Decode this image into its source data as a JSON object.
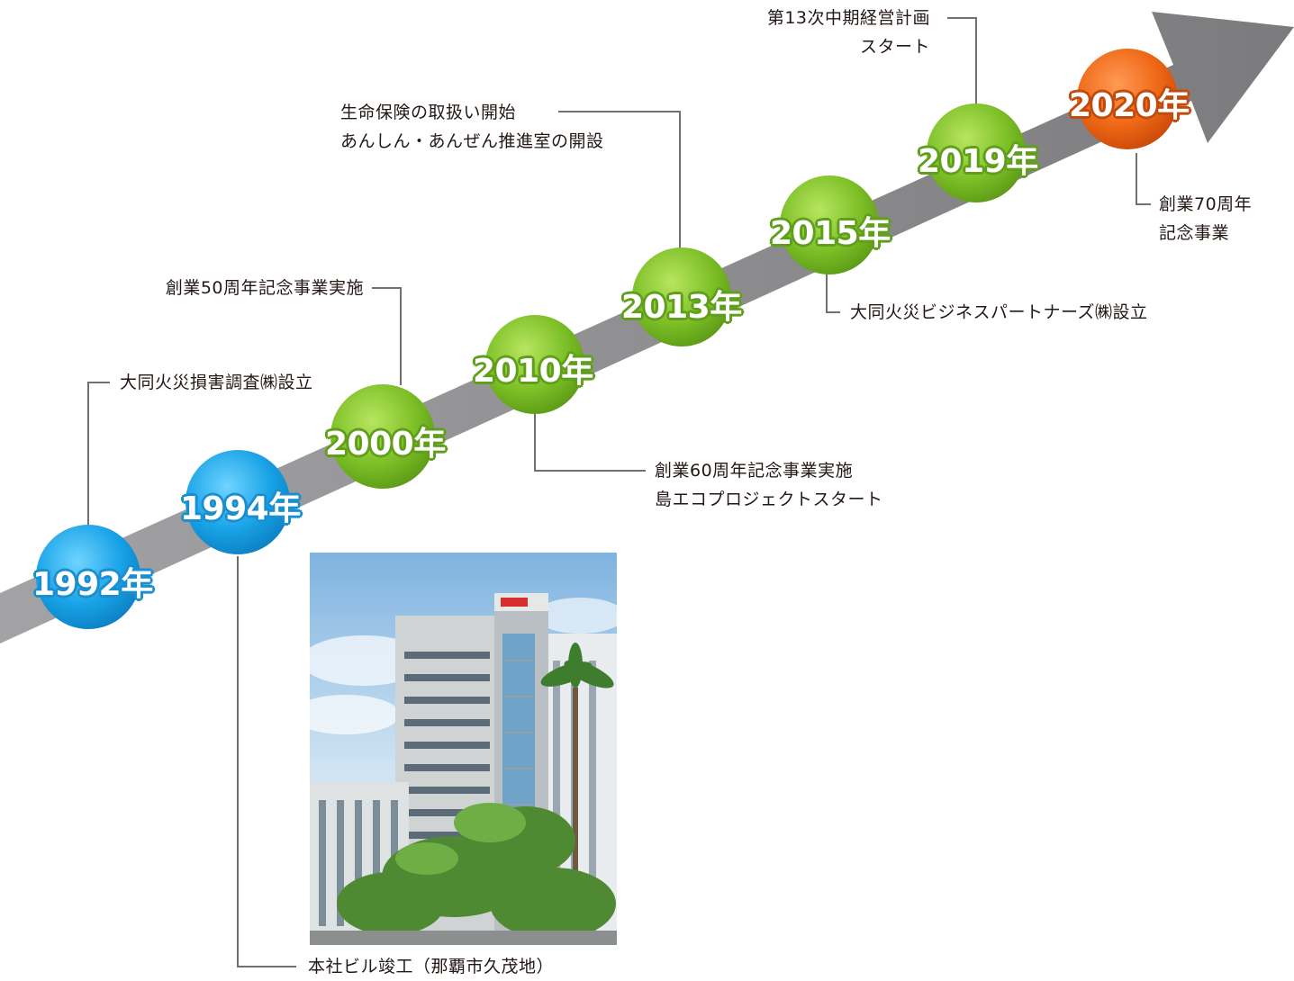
{
  "colors": {
    "arrow": "#929294",
    "connector": "#717071",
    "blue": "#1aa3e6",
    "green": "#7cbf26",
    "orange": "#e65d12"
  },
  "milestones": [
    {
      "year": "1992年",
      "color": "blue"
    },
    {
      "year": "1994年",
      "color": "blue"
    },
    {
      "year": "2000年",
      "color": "green"
    },
    {
      "year": "2010年",
      "color": "green"
    },
    {
      "year": "2013年",
      "color": "green"
    },
    {
      "year": "2015年",
      "color": "green"
    },
    {
      "year": "2019年",
      "color": "green"
    },
    {
      "year": "2020年",
      "color": "orange"
    }
  ],
  "events": {
    "e1992": [
      "大同火災損害調査㈱設立"
    ],
    "e2000": [
      "創業50周年記念事業実施"
    ],
    "e2010": [
      "創業60周年記念事業実施",
      "島エコプロジェクトスタート"
    ],
    "e2013": [
      "生命保険の取扱い開始",
      "あんしん・あんぜん推進室の開設"
    ],
    "e2015": [
      "大同火災ビジネスパートナーズ㈱設立"
    ],
    "e2019": [
      "第13次中期経営計画",
      "スタート"
    ],
    "e2020": [
      "創業70周年",
      "記念事業"
    ]
  },
  "photo": {
    "caption": "本社ビル竣工（那覇市久茂地）"
  }
}
